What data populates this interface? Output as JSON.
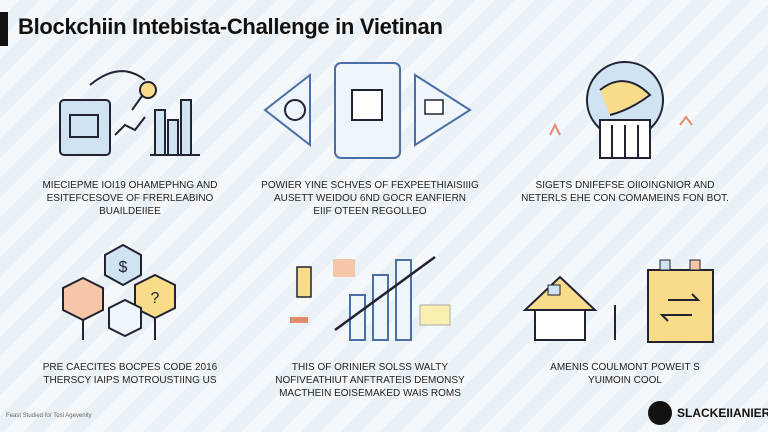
{
  "title": "Blockchiin Intebista-Challenge in Vietinan",
  "panels": [
    {
      "lines": [
        "MIECIEPME IOI19 OHAMEPHNG AND",
        "ESITEFCESOVE OF FRERLEABINO",
        "BUAILDEIIEE"
      ]
    },
    {
      "lines": [
        "POWIER YINE SCHVES OF FEXPEETHIAISIIIG",
        "AUSETT WEIDOU 6ND GOCR EANFIERN",
        "EIIF OTEEN REGOLLEO"
      ]
    },
    {
      "lines": [
        "SIGETS DNIFEFSE OIIOINGNIOR AND",
        "NETERLS EHE CON COMAMEINS FON BOT."
      ]
    },
    {
      "lines": [
        "PRE CAECITES BOCPES CODE 2016",
        "THERSCY IAIPS MOTROUSTIING US"
      ]
    },
    {
      "lines": [
        "THIS OF ORINIER SOLSS WALTY",
        "NOFIVEATHIUT ANFTRATEIS DEMONSY",
        "MACTHEIN EOISEMAKED WAIS ROMS"
      ]
    },
    {
      "lines": [
        "AMENIS COULMONT POWEIT S",
        "YUIMOIN COOL"
      ]
    }
  ],
  "footer": "Feast Studied for Tosi Agevenity",
  "logo": "SLACKEIIANIER",
  "colors": {
    "accent": "#4a6fa5",
    "fill_blue": "#cfe3f3",
    "fill_peach": "#f6c6a8",
    "fill_yellow": "#f8dc8a"
  }
}
